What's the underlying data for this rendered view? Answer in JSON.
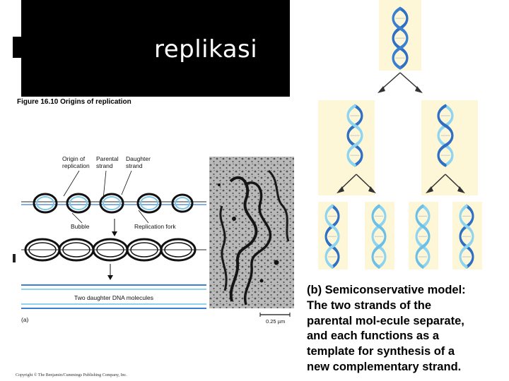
{
  "slide": {
    "title": "replikasi"
  },
  "figure_left": {
    "caption": "Figure 16.10  Origins of replication",
    "labels": {
      "origin": [
        "Origin of",
        "replication"
      ],
      "parental": [
        "Parental",
        "strand"
      ],
      "daughter": [
        "Daughter",
        "strand"
      ],
      "bubble": "Bubble",
      "fork": "Replication fork",
      "molecules": "Two daughter DNA molecules",
      "panel_letter": "(a)",
      "scale": "0.25 µm"
    },
    "copyright": "Copyright © The Benjamin/Cummings Publishing Company, Inc."
  },
  "figure_right": {
    "caption_lines": [
      "(b) Semiconservative model:",
      "The two strands of the",
      "parental mol-ecule separate,",
      "and each functions as a",
      "template for synthesis of a",
      "new complementary strand."
    ],
    "colors": {
      "parental": "#3a7fd0",
      "new": "#8ed3ef",
      "panel": "#fdf7d8"
    }
  }
}
